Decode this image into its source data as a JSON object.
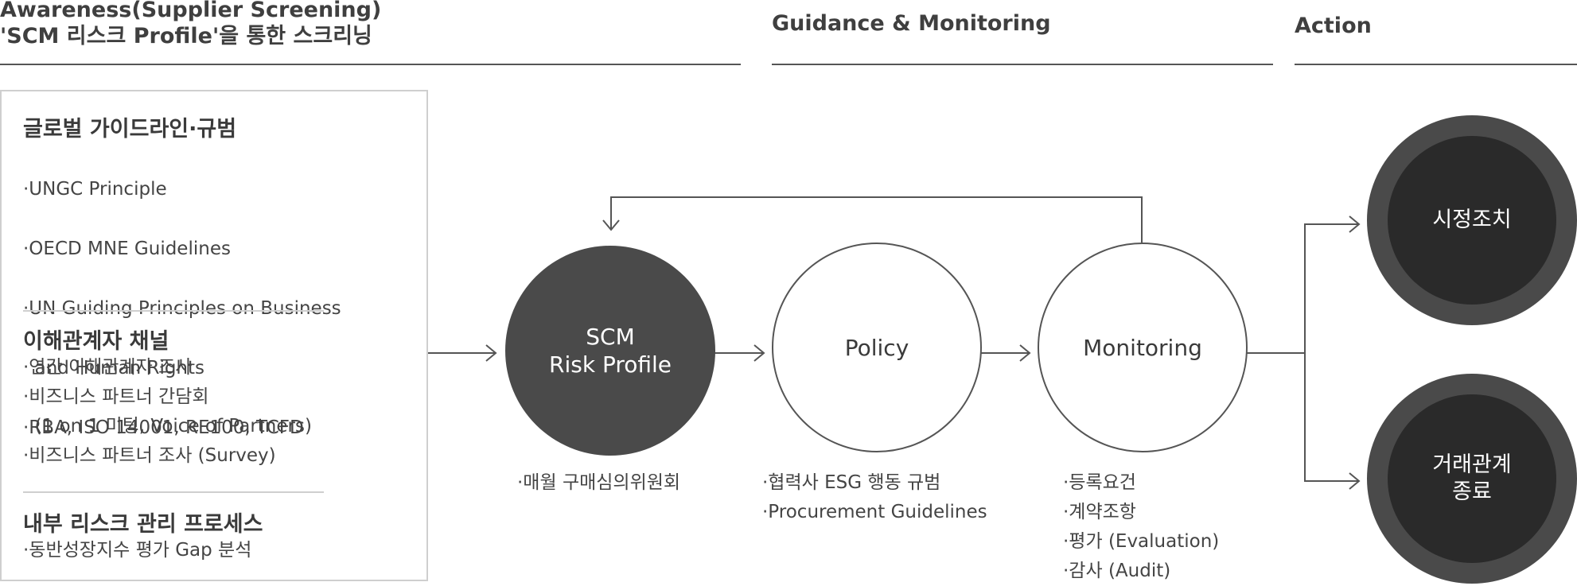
{
  "headers": {
    "awareness_line1": "Awareness(Supplier Screening)",
    "awareness_line2": "'SCM 리스크 Profile'을 통한 스크리닝",
    "guidance": "Guidance & Monitoring",
    "action": "Action"
  },
  "panel": {
    "sections": [
      {
        "title": "글로벌 가이드라인·규범",
        "items": [
          "·UNGC Principle",
          "·OECD MNE Guidelines",
          "·UN Guiding Principles on Business",
          "  and Human Rights",
          "·RBA, ISO 14001, RE100, TCFD"
        ]
      },
      {
        "title": "이해관계자 채널",
        "items": [
          "·연간 이해관계자 조사",
          "·비즈니스 파트너 간담회",
          "  (1 on 1 미팅, Voice of Partners)",
          "·비즈니스 파트너 조사 (Survey)"
        ]
      },
      {
        "title": "내부 리스크 관리 프로세스",
        "items": [
          "·동반성장지수 평가 Gap 분석"
        ]
      }
    ]
  },
  "nodes": {
    "scm_line1": "SCM",
    "scm_line2": "Risk Profile",
    "policy": "Policy",
    "monitoring": "Monitoring",
    "action1": "시정조치",
    "action2_line1": "거래관계",
    "action2_line2": "종료"
  },
  "notes": {
    "scm": [
      "·매월 구매심의위원회"
    ],
    "policy": [
      "·협력사 ESG 행동 규범",
      "·Procurement Guidelines"
    ],
    "monitoring": [
      "·등록요건",
      "·계약조항",
      "·평가 (Evaluation)",
      "·감사 (Audit)"
    ]
  },
  "colors": {
    "dark_node": "#4a4a4a",
    "action_inner": "#2a2a2a",
    "line": "#555555",
    "panel_border": "#cfcfcf"
  }
}
